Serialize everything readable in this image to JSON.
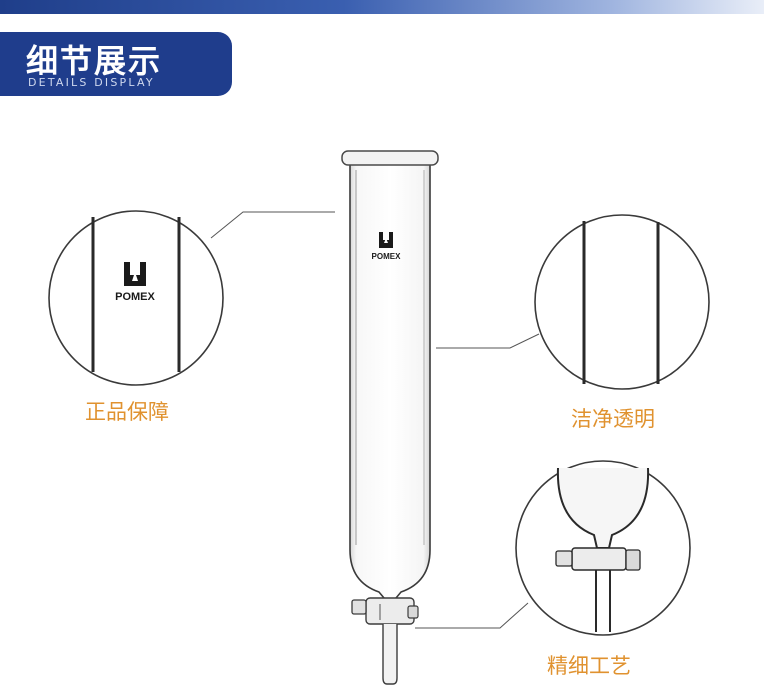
{
  "header": {
    "title": "细节展示",
    "subtitle": "DETAILS DISPLAY"
  },
  "brand": {
    "name": "POMEX"
  },
  "features": [
    {
      "label": "正品保障"
    },
    {
      "label": "洁净透明"
    },
    {
      "label": "精细工艺"
    }
  ],
  "colors": {
    "header_bg": "#1f3d8c",
    "label": "#e0922f"
  }
}
